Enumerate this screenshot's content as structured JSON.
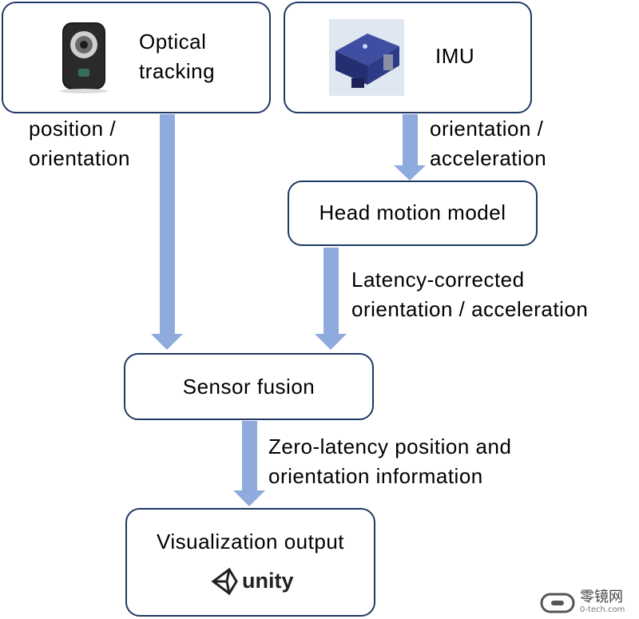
{
  "nodes": {
    "optical": {
      "line1": "Optical",
      "line2": "tracking"
    },
    "imu": {
      "label": "IMU"
    },
    "head": {
      "label": "Head motion model"
    },
    "fusion": {
      "label": "Sensor fusion"
    },
    "visual": {
      "label": "Visualization output",
      "logo_text": "unity"
    }
  },
  "edges": {
    "optical_to_fusion": {
      "line1": "position /",
      "line2": "orientation"
    },
    "imu_to_head": {
      "line1": "orientation /",
      "line2": "acceleration"
    },
    "head_to_fusion": {
      "line1": "Latency-corrected",
      "line2": "orientation / acceleration"
    },
    "fusion_to_visual": {
      "line1": "Zero-latency position and",
      "line2": "orientation information"
    }
  },
  "watermark": {
    "brand": "零镜网",
    "domain": "0-tech.com"
  },
  "colors": {
    "box_border": "#1f3864",
    "arrow": "#8faadc"
  },
  "icons": {
    "camera": "camera-icon",
    "imu_device": "imu-device-icon",
    "unity": "unity-logo-icon"
  }
}
